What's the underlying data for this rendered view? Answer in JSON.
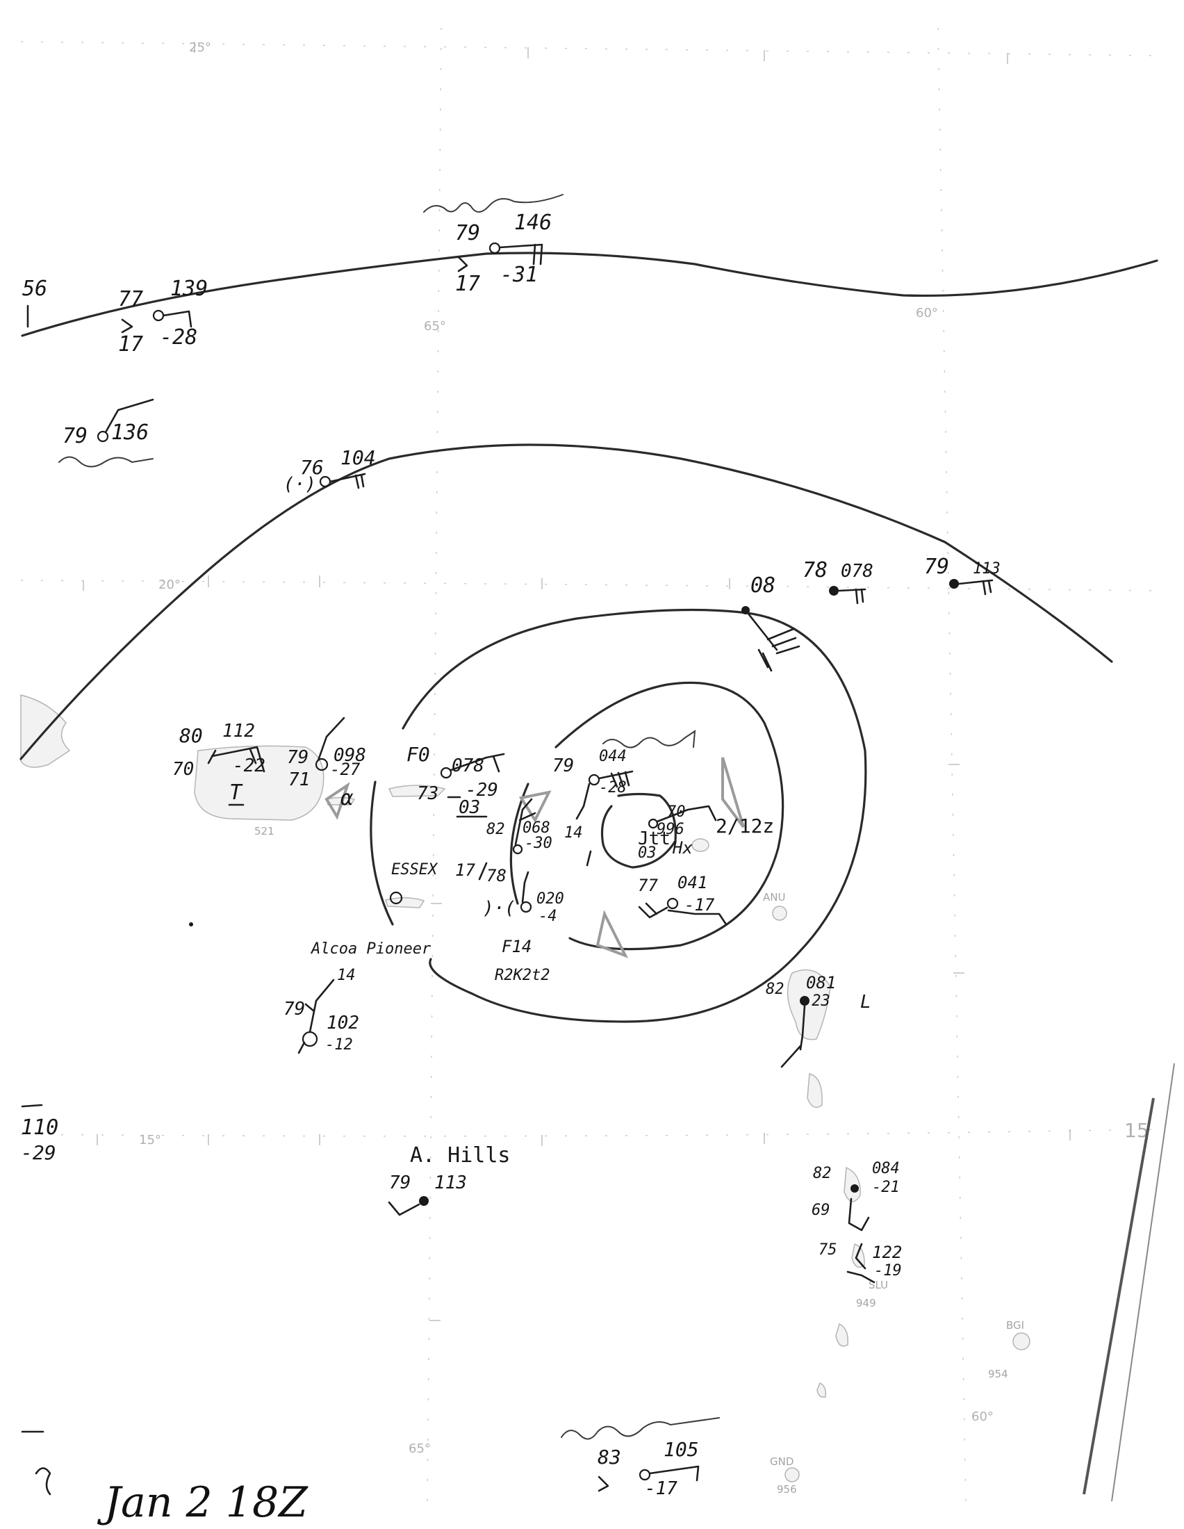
{
  "map": {
    "grid_labels": [
      {
        "id": "lat-25",
        "text": "25°"
      },
      {
        "id": "lat-20",
        "text": "20°"
      },
      {
        "id": "lat-15-west",
        "text": "15°"
      },
      {
        "id": "lat-15-east",
        "text": "15"
      },
      {
        "id": "lon-65-top",
        "text": "65°"
      },
      {
        "id": "lon-60-top",
        "text": "60°"
      },
      {
        "id": "lon-65-bottom",
        "text": "65°"
      },
      {
        "id": "lon-60-bottom",
        "text": "60°"
      }
    ],
    "chart_codes": [
      {
        "id": "code-521",
        "text": "521"
      },
      {
        "id": "code-anu",
        "text": "ANU"
      },
      {
        "id": "code-slu",
        "text": "SLU"
      },
      {
        "id": "code-949",
        "text": "949"
      },
      {
        "id": "code-bgi",
        "text": "BGI"
      },
      {
        "id": "code-954",
        "text": "954"
      },
      {
        "id": "code-gnd",
        "text": "GND"
      },
      {
        "id": "code-956",
        "text": "956"
      }
    ]
  },
  "stations": [
    {
      "id": "obs-nw-edge",
      "texts": [
        "56"
      ]
    },
    {
      "id": "obs-north-west",
      "texts": [
        "77",
        "139",
        "17",
        "-28"
      ]
    },
    {
      "id": "obs-north",
      "texts": [
        "79",
        "146",
        "17",
        "-31"
      ]
    },
    {
      "id": "obs-nw-mid",
      "texts": [
        "79",
        "136"
      ]
    },
    {
      "id": "obs-ship-104",
      "texts": [
        "76",
        "104",
        "(·)"
      ]
    },
    {
      "id": "obs-08",
      "texts": [
        "08"
      ]
    },
    {
      "id": "obs-078",
      "texts": [
        "78",
        "078"
      ]
    },
    {
      "id": "obs-79-ne",
      "texts": [
        "79",
        "113"
      ]
    },
    {
      "id": "obs-puerto-rico",
      "texts": [
        "80",
        "112",
        "70",
        "-22",
        "T"
      ]
    },
    {
      "id": "obs-vi",
      "texts": [
        "79",
        "098",
        "71",
        "-27",
        "α"
      ]
    },
    {
      "id": "obs-f0",
      "texts": [
        "F0",
        "078",
        "73",
        "-29",
        "03"
      ]
    },
    {
      "id": "obs-center-north",
      "texts": [
        "79",
        "044",
        "-28"
      ]
    },
    {
      "id": "obs-center",
      "texts": [
        "70",
        "996",
        "03",
        "Hx"
      ]
    },
    {
      "id": "obs-center-west",
      "texts": [
        "82",
        "068",
        "-30",
        "14"
      ]
    },
    {
      "id": "obs-essex-ship",
      "texts": [
        "17",
        "78",
        ")·(",
        "020",
        "-4"
      ]
    },
    {
      "id": "obs-center-south",
      "texts": [
        "77",
        "041",
        "-17"
      ]
    },
    {
      "id": "obs-sw",
      "texts": [
        "14",
        "102",
        "-12",
        "79"
      ]
    },
    {
      "id": "obs-antigua",
      "texts": [
        "82",
        "081",
        "-23",
        "L"
      ]
    },
    {
      "id": "obs-west-edge",
      "texts": [
        "110",
        "-29"
      ]
    },
    {
      "id": "obs-a-hills",
      "texts": [
        "79",
        "113"
      ]
    },
    {
      "id": "obs-martinique",
      "texts": [
        "82",
        "084",
        "-21",
        "69",
        "75",
        "122",
        "-19"
      ]
    },
    {
      "id": "obs-south",
      "texts": [
        "83",
        "105",
        "-17"
      ]
    }
  ],
  "annotations": {
    "low_center_label": "Jtt",
    "time_note": "2/12z",
    "note_f14": "F14",
    "note_r2k": "R2K2t2",
    "ship_essex": "ESSEX",
    "ship_alcoa_1": "Alcoa Pioneer",
    "ship_a_hills": "A. Hills",
    "date_stamp": "Jan 2 18Z"
  }
}
